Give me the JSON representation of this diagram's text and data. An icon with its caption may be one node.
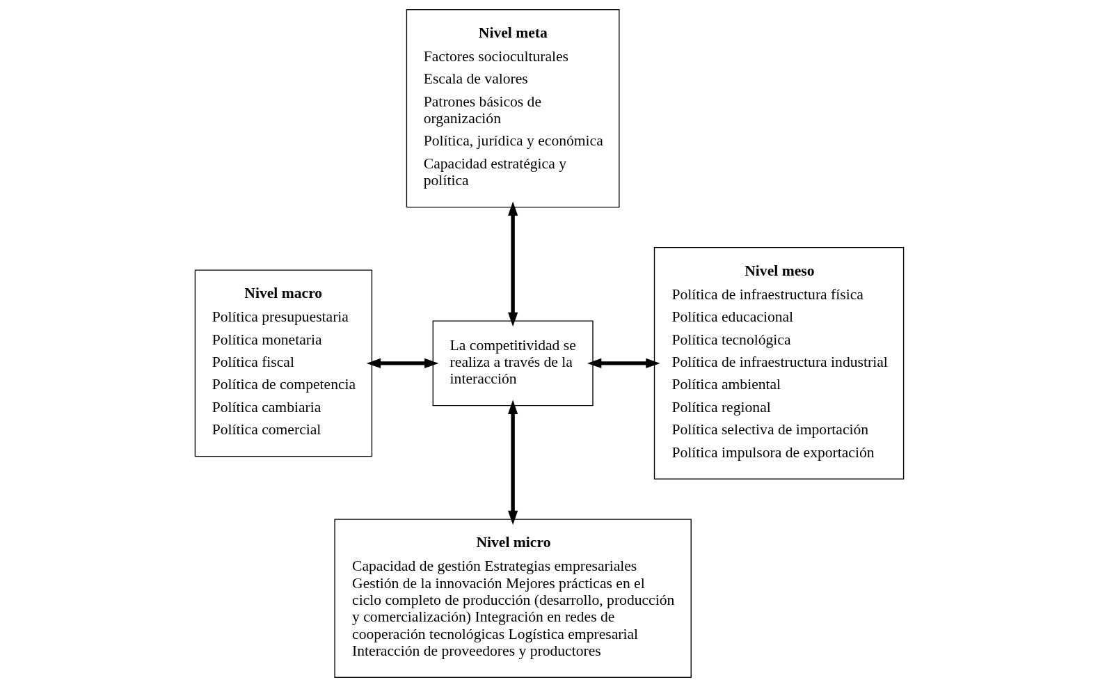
{
  "diagram": {
    "nodes": [
      {
        "text": [
          "Nivel meta",
          "Factores socioculturales",
          "Escala de valores",
          "Patrones básicos de organización",
          "Política, jurídica y económica",
          "Capacidad estratégica y política"
        ]
      },
      {
        "text": [
          "Nivel macro",
          "Política presupuestaria",
          "Política monetaria",
          "Política fiscal",
          "Política de competencia",
          "Política cambiaria",
          "Política comercial"
        ]
      },
      {
        "text": [
          "La competitividad se realiza a través de la interacción"
        ]
      },
      {
        "text": [
          "Nivel meso",
          "Política de infraestructura física",
          "Política educacional",
          "Política tecnológica",
          "Política de infraestructura industrial",
          "Política ambiental",
          "Política regional",
          "Política selectiva de importación",
          "Política impulsora de exportación"
        ]
      },
      {
        "text": [
          "Nivel micro",
          "Capacidad de gestión Estrategias empresariales Gestión de la innovación Mejores prácticas en el ciclo completo de producción (desarrollo, producción y comercialización) Integración en redes de cooperación tecnológicas Logística empresarial Interacción de proveedores y productores"
        ]
      }
    ],
    "edges": [
      {
        "from": 2,
        "to": 0,
        "arrow": "both"
      },
      {
        "from": 1,
        "to": 2,
        "arrow": "both"
      },
      {
        "from": 2,
        "to": 3,
        "arrow": "both"
      },
      {
        "from": 2,
        "to": 4,
        "arrow": "both"
      }
    ]
  }
}
